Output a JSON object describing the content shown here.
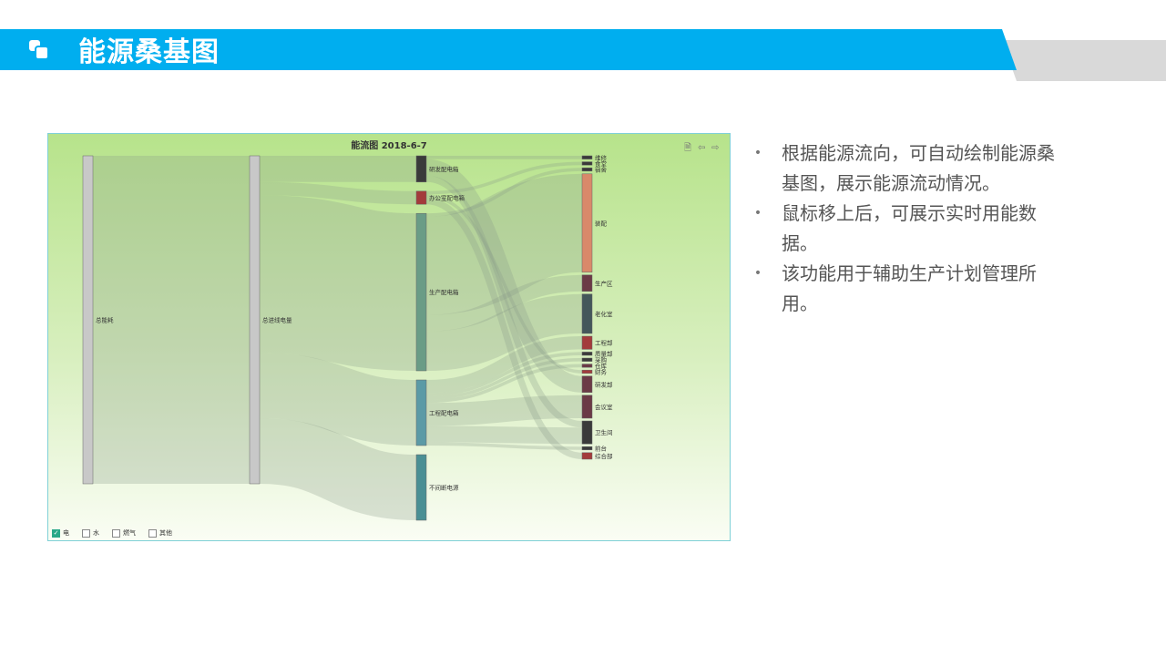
{
  "header": {
    "title": "能源桑基图"
  },
  "chart": {
    "title": "能流图 2018-6-7",
    "toolbox": [
      "data-view-icon",
      "back-icon",
      "forward-icon"
    ],
    "legend": [
      {
        "label": "电",
        "checked": true
      },
      {
        "label": "水",
        "checked": false
      },
      {
        "label": "燃气",
        "checked": false
      },
      {
        "label": "其他",
        "checked": false
      }
    ]
  },
  "chart_data": {
    "type": "sankey",
    "title": "能流图 2018-6-7",
    "nodes": [
      {
        "name": "总能耗",
        "color": "#c8c8c8"
      },
      {
        "name": "总进线电量",
        "color": "#c8c8c8"
      },
      {
        "name": "研发配电箱",
        "color": "#3a3a3a"
      },
      {
        "name": "办公室配电箱",
        "color": "#a33b3b"
      },
      {
        "name": "生产配电箱",
        "color": "#6a9c86"
      },
      {
        "name": "工程配电箱",
        "color": "#5b9aa6"
      },
      {
        "name": "维修",
        "color": "#3a3a3a"
      },
      {
        "name": "食堂",
        "color": "#3a3a3a"
      },
      {
        "name": "宿舍",
        "color": "#3a3a3a"
      },
      {
        "name": "装配",
        "color": "#d9896a"
      },
      {
        "name": "生产区",
        "color": "#6b3a46"
      },
      {
        "name": "老化室",
        "color": "#44575a"
      },
      {
        "name": "工程部",
        "color": "#a33b3b"
      },
      {
        "name": "质量部",
        "color": "#3a3a3a"
      },
      {
        "name": "采购",
        "color": "#3a3a3a"
      },
      {
        "name": "仓库",
        "color": "#6b3a46"
      },
      {
        "name": "财务",
        "color": "#a33b3b"
      },
      {
        "name": "研发部",
        "color": "#6b3a46"
      },
      {
        "name": "会议室",
        "color": "#6b3a46"
      },
      {
        "name": "卫生间",
        "color": "#3a3a3a"
      },
      {
        "name": "前台",
        "color": "#3a3a3a"
      },
      {
        "name": "综合部",
        "color": "#a33b3b"
      },
      {
        "name": "不间断电源",
        "color": "#4a8f94"
      }
    ],
    "links": [
      {
        "source": "总能耗",
        "target": "总进线电量",
        "value": 100
      },
      {
        "source": "总进线电量",
        "target": "研发配电箱",
        "value": 8
      },
      {
        "source": "总进线电量",
        "target": "办公室配电箱",
        "value": 4
      },
      {
        "source": "总进线电量",
        "target": "生产配电箱",
        "value": 48
      },
      {
        "source": "总进线电量",
        "target": "工程配电箱",
        "value": 20
      },
      {
        "source": "总进线电量",
        "target": "不间断电源",
        "value": 20
      },
      {
        "source": "研发配电箱",
        "target": "维修",
        "value": 1
      },
      {
        "source": "研发配电箱",
        "target": "研发部",
        "value": 5
      },
      {
        "source": "研发配电箱",
        "target": "卫生间",
        "value": 2
      },
      {
        "source": "办公室配电箱",
        "target": "食堂",
        "value": 1
      },
      {
        "source": "办公室配电箱",
        "target": "财务",
        "value": 1
      },
      {
        "source": "办公室配电箱",
        "target": "综合部",
        "value": 2
      },
      {
        "source": "生产配电箱",
        "target": "宿舍",
        "value": 1
      },
      {
        "source": "生产配电箱",
        "target": "装配",
        "value": 30
      },
      {
        "source": "生产配电箱",
        "target": "生产区",
        "value": 5
      },
      {
        "source": "生产配电箱",
        "target": "老化室",
        "value": 12
      },
      {
        "source": "工程配电箱",
        "target": "工程部",
        "value": 4
      },
      {
        "source": "工程配电箱",
        "target": "质量部",
        "value": 1
      },
      {
        "source": "工程配电箱",
        "target": "采购",
        "value": 1
      },
      {
        "source": "工程配电箱",
        "target": "仓库",
        "value": 1
      },
      {
        "source": "工程配电箱",
        "target": "会议室",
        "value": 7
      },
      {
        "source": "工程配电箱",
        "target": "卫生间",
        "value": 5
      },
      {
        "source": "工程配电箱",
        "target": "前台",
        "value": 1
      }
    ]
  },
  "bullets": [
    "根据能源流向，可自动绘制能源桑基图，展示能源流动情况。",
    "鼠标移上后，可展示实时用能数据。",
    "该功能用于辅助生产计划管理所用。"
  ],
  "colors": {
    "header_blue": "#00aeef",
    "header_gray": "#d9d9d9"
  }
}
